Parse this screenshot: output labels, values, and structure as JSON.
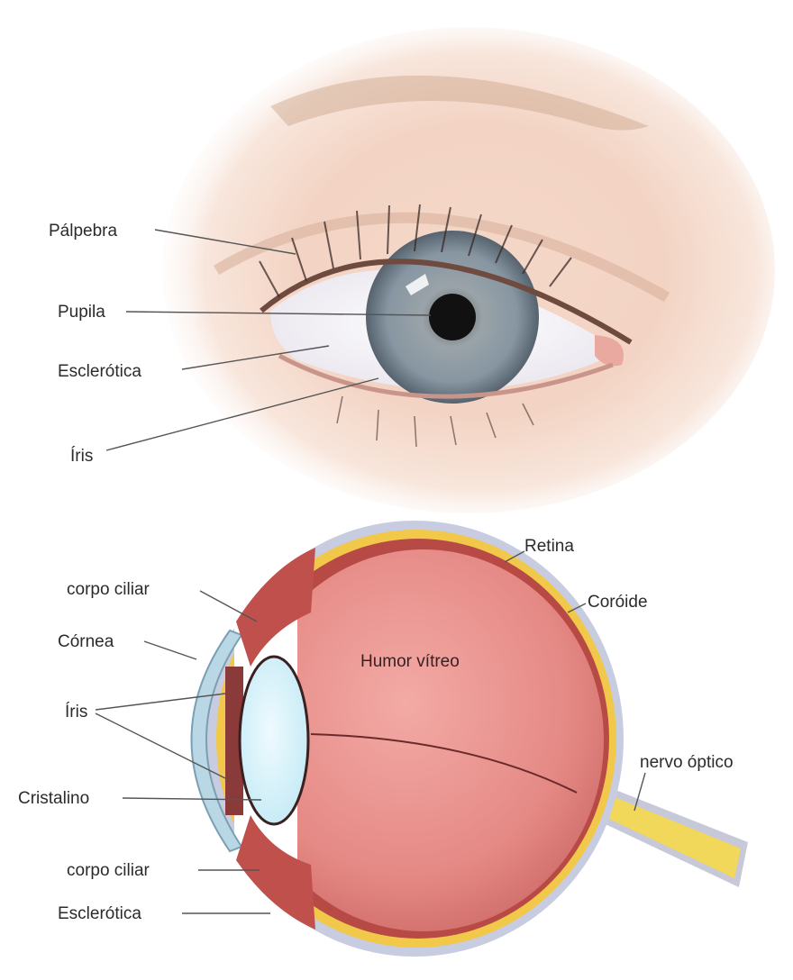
{
  "external_eye": {
    "labels": {
      "palpebra": "Pálpebra",
      "pupila": "Pupila",
      "esclerotica": "Esclerótica",
      "iris": "Íris"
    }
  },
  "cross_section": {
    "labels": {
      "retina": "Retina",
      "coroide": "Coróide",
      "corpo_ciliar_top": "corpo ciliar",
      "cornea": "Córnea",
      "humor_vitreo": "Humor vítreo",
      "iris": "Íris",
      "nervo_optico": "nervo óptico",
      "cristalino": "Cristalino",
      "corpo_ciliar_bottom": "corpo ciliar",
      "esclerotica": "Esclerótica"
    }
  },
  "colors": {
    "skin": "#f2d2c2",
    "iris": "#8a99a6",
    "vitreous": "#e48b88",
    "sclera_layer": "#f1c84a",
    "cornea": "#b9d7e4",
    "optic_nerve": "#f1d75a"
  }
}
